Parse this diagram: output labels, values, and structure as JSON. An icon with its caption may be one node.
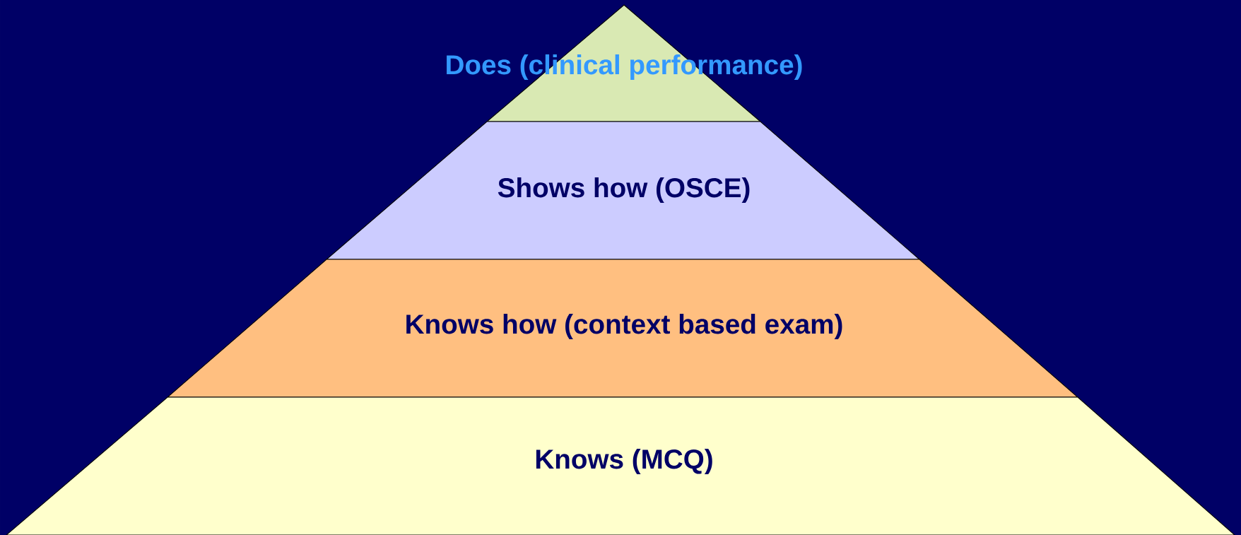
{
  "diagram": {
    "nodes": [
      {
        "text": [
          "Does (clinical performance)"
        ]
      },
      {
        "text": [
          "Shows how (OSCE)"
        ]
      },
      {
        "text": [
          "Knows how (context based exam)"
        ]
      },
      {
        "text": [
          "Knows (MCQ)"
        ]
      }
    ]
  }
}
